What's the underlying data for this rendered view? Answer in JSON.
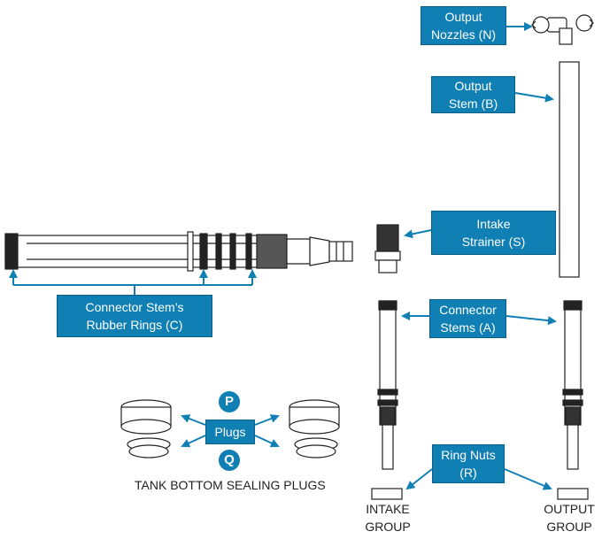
{
  "labels": {
    "output_nozzles": [
      "Output",
      "Nozzles (N)"
    ],
    "output_stem": [
      "Output",
      "Stem (B)"
    ],
    "intake_strainer": [
      "Intake",
      "Strainer (S)"
    ],
    "connector_rings": [
      "Connector Stem’s",
      "Rubber Rings (C)"
    ],
    "connector_stems": [
      "Connector",
      "Stems (A)"
    ],
    "plugs": "Plugs",
    "plug_p": "P",
    "plug_q": "Q",
    "ring_nuts": [
      "Ring Nuts",
      "(R)"
    ]
  },
  "captions": {
    "tank_bottom": "TANK BOTTOM SEALING PLUGS",
    "intake_group": [
      "INTAKE",
      "GROUP"
    ],
    "output_group": [
      "OUTPUT",
      "GROUP"
    ]
  },
  "colors": {
    "accent": "#0f7fb4",
    "line": "#222222"
  }
}
